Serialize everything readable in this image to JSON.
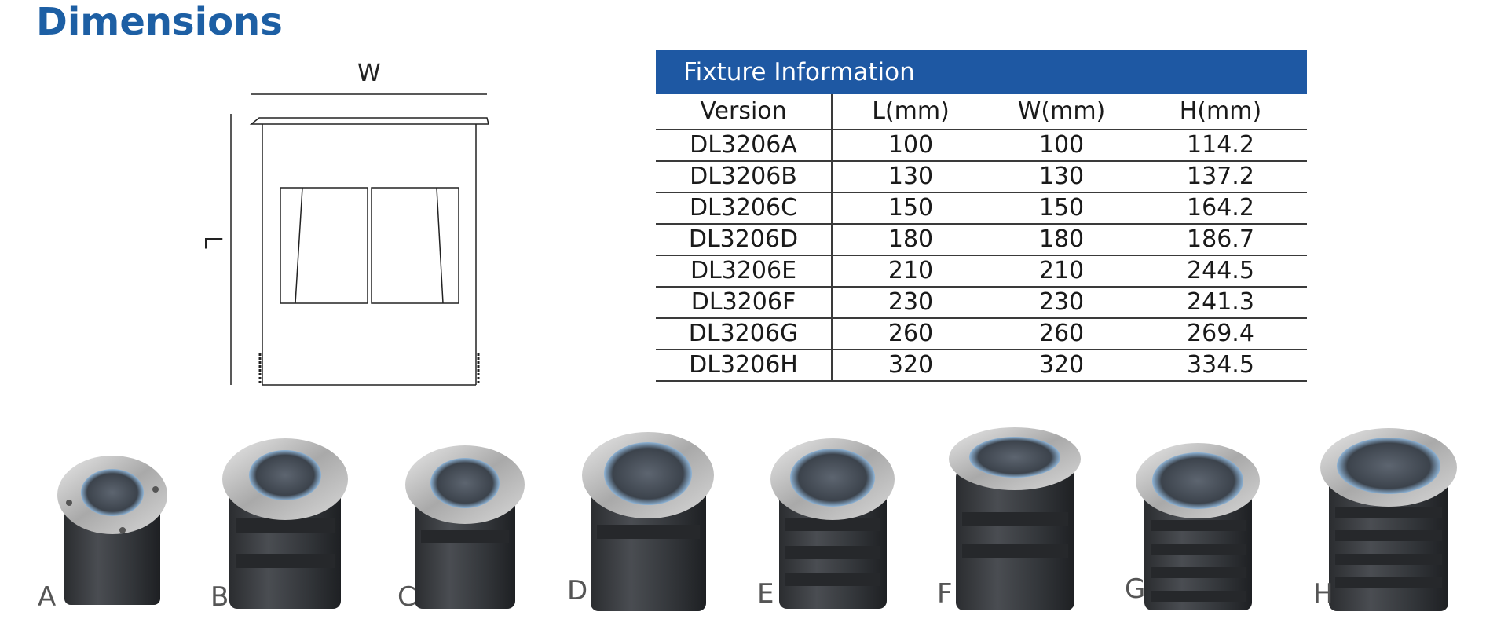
{
  "page": {
    "title": "Dimensions"
  },
  "drawing": {
    "width_label": "W",
    "length_label": "L"
  },
  "table": {
    "header": "Fixture Information",
    "columns": [
      "Version",
      "L(mm)",
      "W(mm)",
      "H(mm)"
    ],
    "rows": [
      [
        "DL3206A",
        "100",
        "100",
        "114.2"
      ],
      [
        "DL3206B",
        "130",
        "130",
        "137.2"
      ],
      [
        "DL3206C",
        "150",
        "150",
        "164.2"
      ],
      [
        "DL3206D",
        "180",
        "180",
        "186.7"
      ],
      [
        "DL3206E",
        "210",
        "210",
        "244.5"
      ],
      [
        "DL3206F",
        "230",
        "230",
        "241.3"
      ],
      [
        "DL3206G",
        "260",
        "260",
        "269.4"
      ],
      [
        "DL3206H",
        "320",
        "320",
        "334.5"
      ]
    ]
  },
  "products": {
    "labels": [
      "A",
      "B",
      "C",
      "D",
      "E",
      "F",
      "G",
      "H"
    ]
  },
  "colors": {
    "title": "#1d5fa4",
    "table_header": "#1e58a3"
  }
}
